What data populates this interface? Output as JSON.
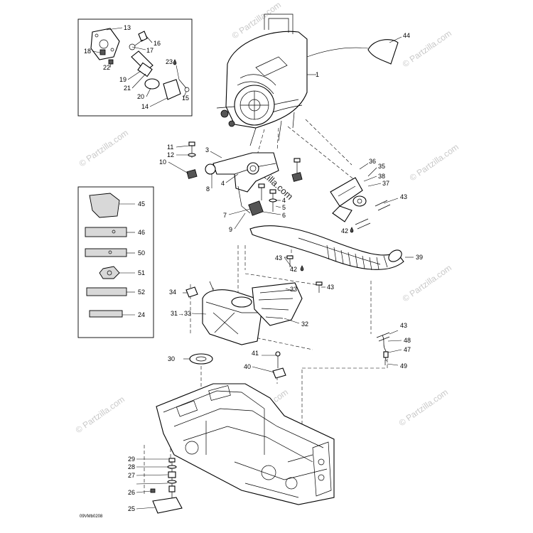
{
  "diagram_code": "09VMb0208",
  "watermark_text": "© Partzilla.com",
  "center_watermark": "Partzilla.com",
  "callouts": [
    "1",
    "3",
    "4",
    "4",
    "5",
    "6",
    "7",
    "8",
    "9",
    "10",
    "11",
    "12",
    "13",
    "14",
    "15",
    "16",
    "17",
    "18",
    "19",
    "20",
    "21",
    "22",
    "23",
    "24",
    "25",
    "26",
    "27",
    "28",
    "29",
    "30",
    "31→33",
    "32",
    "33",
    "34",
    "35",
    "36",
    "37",
    "38",
    "39",
    "40",
    "41",
    "42",
    "42",
    "43",
    "43",
    "43",
    "43",
    "44",
    "45",
    "46",
    "47",
    "48",
    "49",
    "50",
    "51",
    "52"
  ]
}
